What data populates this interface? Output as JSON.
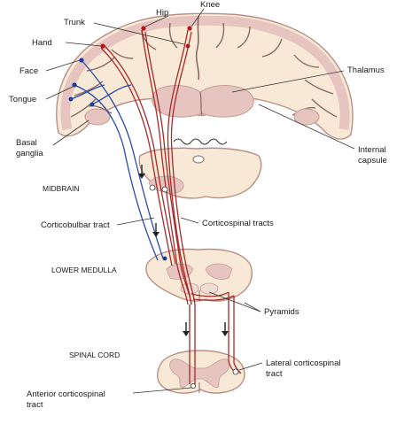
{
  "colors": {
    "tissue": "#f7e9d6",
    "tissue_edge": "#b98e86",
    "gray_matter": "#e6c5c0",
    "gray_edge": "#c79a95",
    "sulcus": "#8a6a66",
    "motor_pathway": "#a52a2a",
    "bulbar_pathway": "#2a4aa8",
    "motor_dot": "#b01818",
    "bulbar_dot": "#1b3c99",
    "arrow": "#222222",
    "leader": "#333333"
  },
  "labels": {
    "knee": "Knee",
    "hip": "Hip",
    "trunk": "Trunk",
    "hand": "Hand",
    "face": "Face",
    "tongue": "Tongue",
    "basal_ganglia_1": "Basal",
    "basal_ganglia_2": "ganglia",
    "thalamus": "Thalamus",
    "internal_capsule_1": "Internal",
    "internal_capsule_2": "capsule",
    "midbrain": "MIDBRAIN",
    "corticobulbar_tract": "Corticobulbar tract",
    "corticospinal_tracts": "Corticospinal tracts",
    "lower_medulla": "LOWER MEDULLA",
    "pyramids": "Pyramids",
    "spinal_cord": "SPINAL CORD",
    "lateral_corticospinal_1": "Lateral corticospinal",
    "lateral_corticospinal_2": "tract",
    "anterior_corticospinal_1": "Anterior corticospinal",
    "anterior_corticospinal_2": "tract"
  }
}
